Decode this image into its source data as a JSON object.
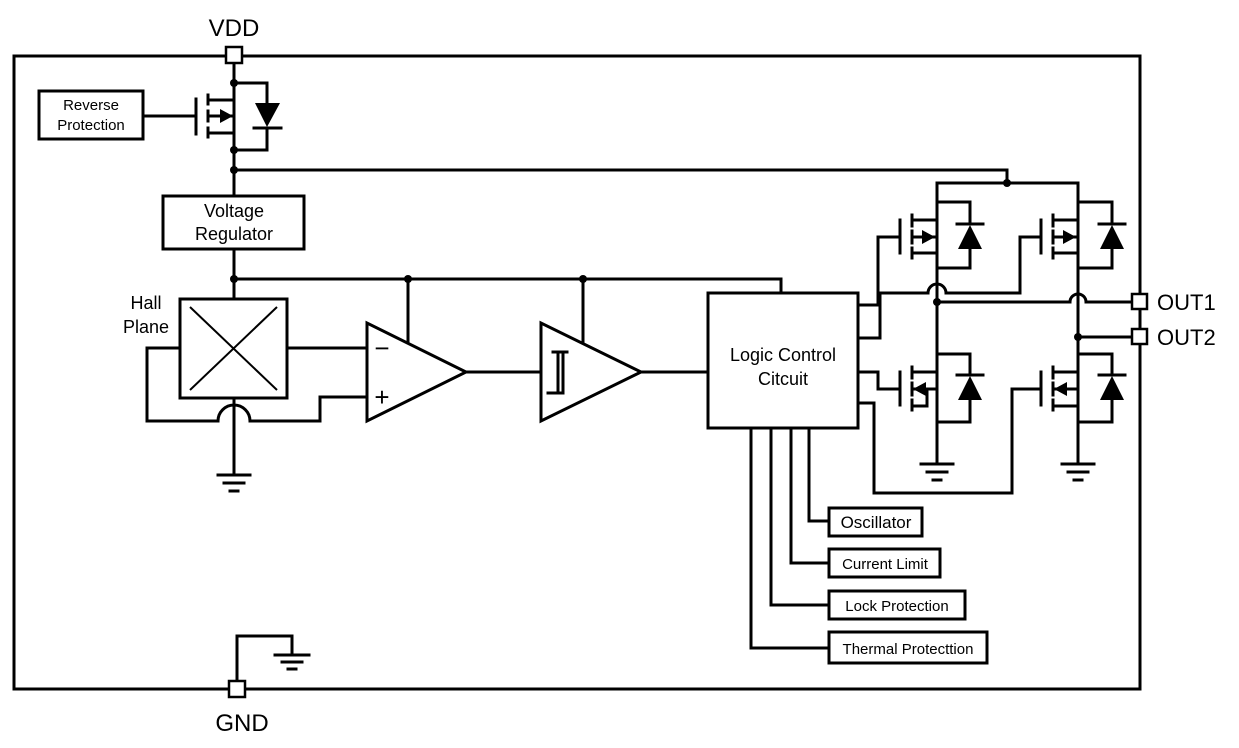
{
  "pins": {
    "vdd": "VDD",
    "gnd": "GND",
    "out1": "OUT1",
    "out2": "OUT2"
  },
  "blocks": {
    "reverse_protection": [
      "Reverse",
      "Protection"
    ],
    "voltage_regulator": [
      "Voltage",
      "Regulator"
    ],
    "hall_plane": [
      "Hall",
      "Plane"
    ],
    "logic_control": [
      "Logic Control",
      "Citcuit"
    ],
    "oscillator": "Oscillator",
    "current_limit": "Current Limit",
    "lock_protection": "Lock Protection",
    "thermal_protection": "Thermal Protecttion"
  },
  "amp": {
    "minus": "−",
    "plus": "+"
  },
  "colors": {
    "line": "#000000",
    "background": "#ffffff"
  }
}
